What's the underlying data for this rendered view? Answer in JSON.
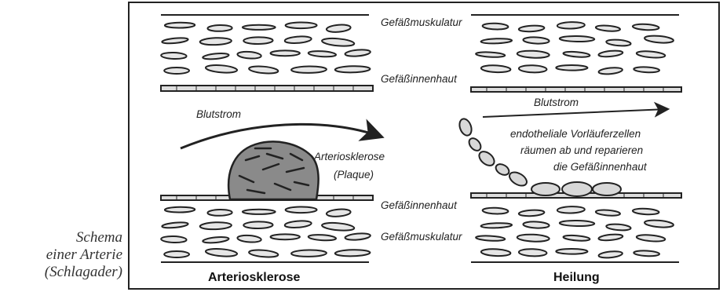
{
  "caption": {
    "line1": "Schema",
    "line2": "einer Arterie",
    "line3": "(Schlagader)"
  },
  "left_panel": {
    "top_muscle": "Gefäßmuskulatur",
    "top_intima": "Gefäßinnenhaut",
    "blood_flow": "Blutstrom",
    "plaque_line1": "Arteriosklerose",
    "plaque_line2": "(Plaque)",
    "bottom_intima": "Gefäßinnenhaut",
    "bottom_muscle": "Gefäßmuskulatur",
    "title": "Arteriosklerose"
  },
  "right_panel": {
    "blood_flow": "Blutstrom",
    "cells_line1": "endotheliale Vorläuferzellen",
    "cells_line2": "räumen ab und reparieren",
    "cells_line3": "die Gefäßinnenhaut",
    "title": "Heilung"
  },
  "colors": {
    "ink": "#222222",
    "cell_fill": "#d8d8d8",
    "plaque_fill": "#8a8a8a"
  }
}
